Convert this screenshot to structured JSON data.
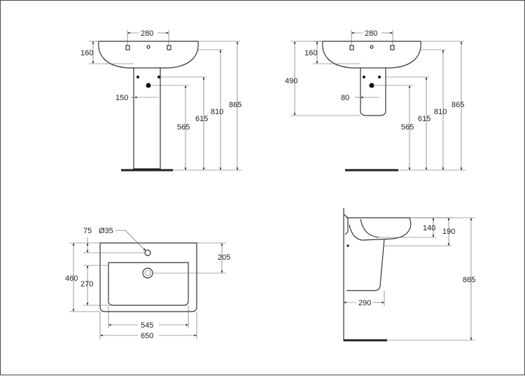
{
  "drawing": {
    "views": {
      "front_pedestal": {
        "dims": [
          "280",
          "160",
          "150",
          "565",
          "615",
          "810",
          "865"
        ]
      },
      "front_semipedestal": {
        "dims": [
          "280",
          "160",
          "490",
          "80",
          "565",
          "615",
          "810",
          "865"
        ]
      },
      "top": {
        "dims": [
          "75",
          "Ø35",
          "460",
          "270",
          "205",
          "545",
          "650"
        ]
      },
      "side": {
        "dims": [
          "140",
          "190",
          "290",
          "865"
        ]
      }
    }
  }
}
